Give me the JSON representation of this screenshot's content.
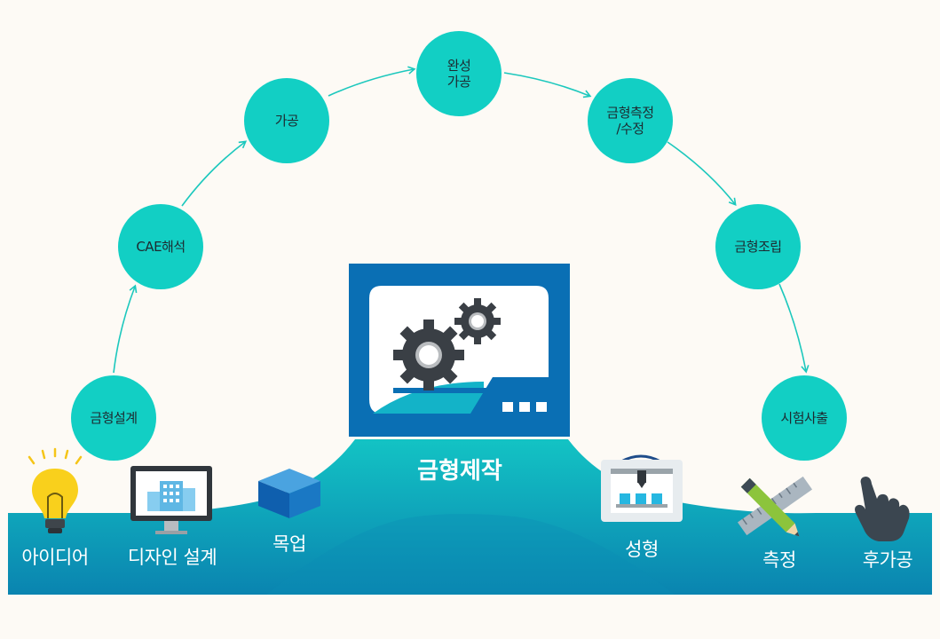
{
  "process_steps": [
    {
      "label": "금형설계"
    },
    {
      "label": "CAE해석"
    },
    {
      "label": "가공"
    },
    {
      "label": "완성\n가공"
    },
    {
      "label": "금형측정\n/수정"
    },
    {
      "label": "금형조립"
    },
    {
      "label": "시험사출"
    }
  ],
  "center": {
    "title": "금형제작",
    "icon": "gear-monitor-icon"
  },
  "stages": [
    {
      "label": "아이디어",
      "icon": "lightbulb-icon"
    },
    {
      "label": "디자인 설계",
      "icon": "monitor-building-icon"
    },
    {
      "label": "목업",
      "icon": "box-icon"
    },
    {
      "label": "성형",
      "icon": "3d-printer-icon"
    },
    {
      "label": "측정",
      "icon": "ruler-pencil-icon"
    },
    {
      "label": "후가공",
      "icon": "hand-pointer-icon"
    }
  ],
  "colors": {
    "node": "#12cfc4",
    "arrow": "#1cc8bd",
    "band_light": "#13c3c4",
    "band_dark": "#0a84b0",
    "monitor": "#0a6fb4"
  }
}
